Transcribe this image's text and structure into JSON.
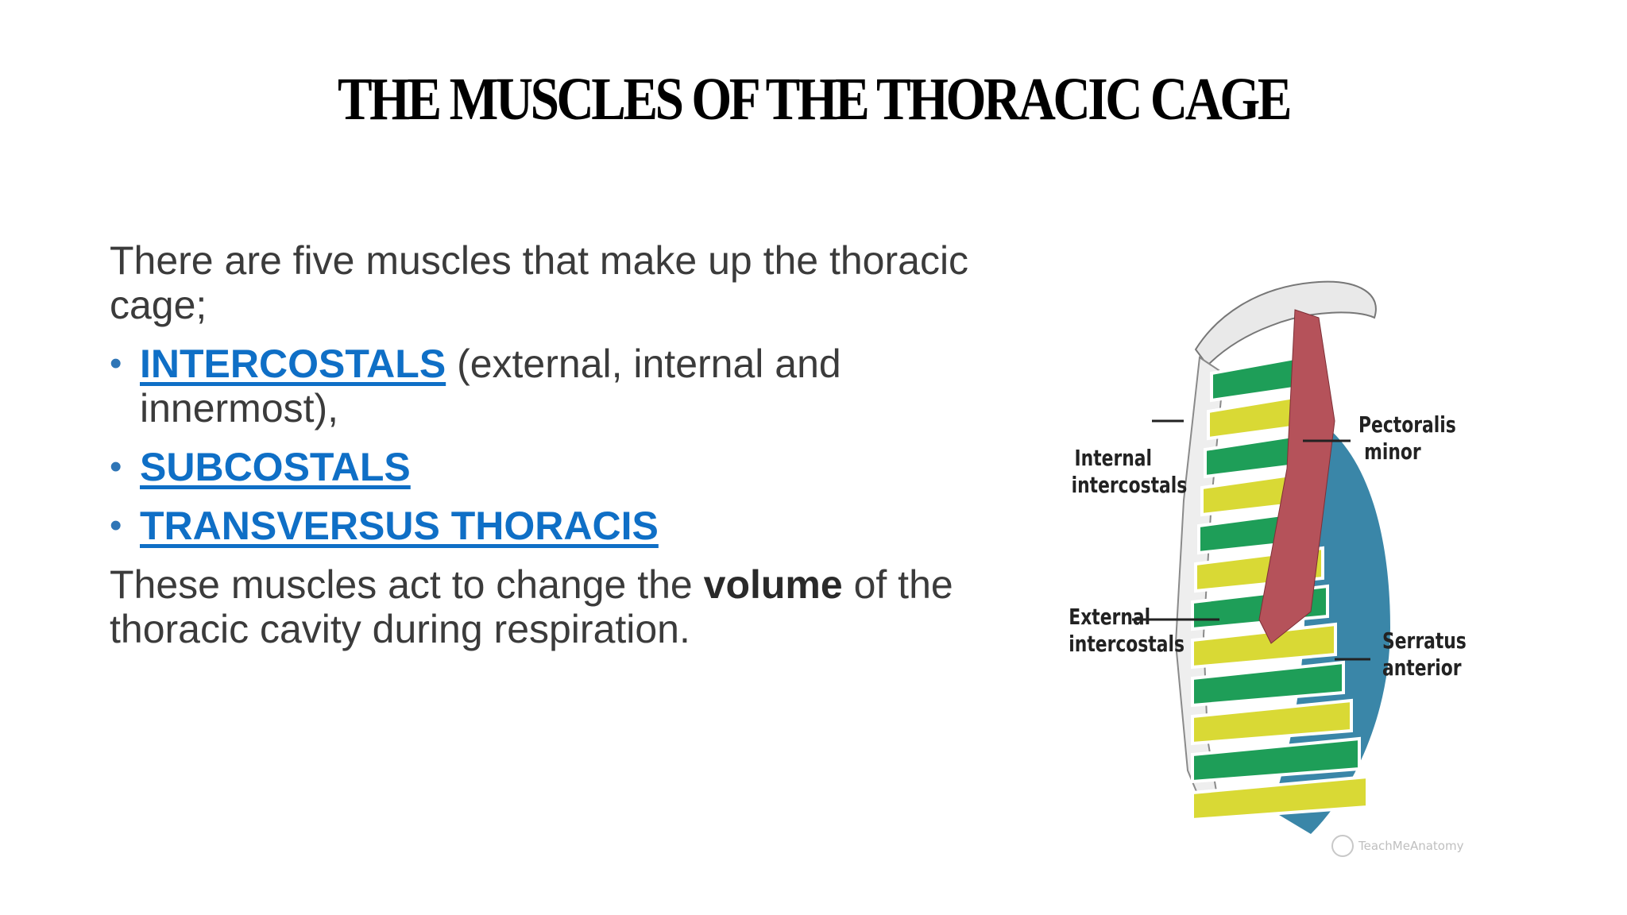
{
  "slide": {
    "title": "THE MUSCLES OF THE THORACIC CAGE",
    "intro": "There are five muscles that make up the thoracic cage;",
    "bullets": [
      {
        "link": "INTERCOSTALS",
        "rest": " (external, internal and innermost),"
      },
      {
        "link": "SUBCOSTALS",
        "rest": ""
      },
      {
        "link": "TRANSVERSUS THORACIS",
        "rest": ""
      }
    ],
    "closing": {
      "pre": "These muscles act to change the ",
      "bold": "volume",
      "post": " of the thoracic cavity during respiration."
    },
    "bullet_symbol": "•"
  },
  "figure": {
    "labels": {
      "internal_intercostals": "Internal intercostals",
      "external_intercostals": "External intercostals",
      "pectoralis_minor": "Pectoralis minor",
      "serratus_anterior": "Serratus anterior"
    },
    "watermark": "TeachMeAnatomy",
    "colors": {
      "internal_intercostal": "#1e9e58",
      "external_intercostal": "#d9d935",
      "pectoralis_minor": "#b5525a",
      "serratus_anterior": "#3a86a8"
    }
  }
}
